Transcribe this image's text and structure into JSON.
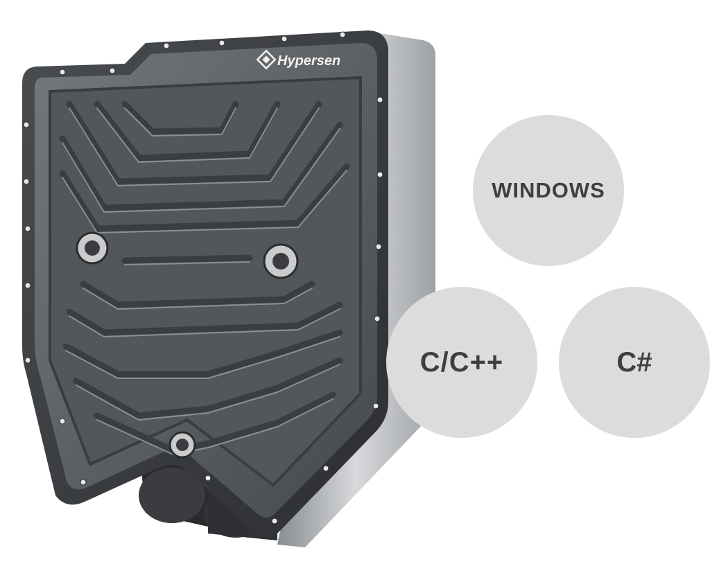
{
  "brand": {
    "logo_text": "Hypersen"
  },
  "platforms": [
    {
      "label": "WINDOWS"
    },
    {
      "label": "C/C++"
    },
    {
      "label": "C#"
    }
  ],
  "colors": {
    "badge_fill": "#dcdcdc",
    "badge_text": "#3f3f3f",
    "device_body": "#5e6164",
    "device_dark": "#2e3033",
    "logo_text": "#f2f2f2"
  },
  "icons": [
    "hypersen-logo-icon",
    "mounting-screw-icon"
  ]
}
